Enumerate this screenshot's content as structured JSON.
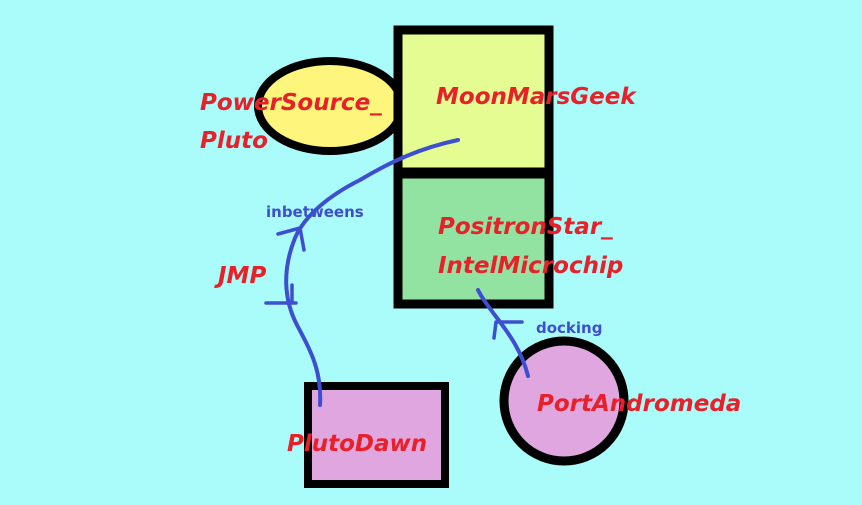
{
  "nodes": {
    "power_source": {
      "line1": "PowerSource_",
      "line2": "Pluto",
      "fill": "#fdf57c"
    },
    "moon_mars_geek": {
      "label": "MoonMarsGeek",
      "fill": "#e4fc92"
    },
    "positron_star": {
      "line1": "PositronStar_",
      "line2": "IntelMicrochip",
      "fill": "#92e2a2"
    },
    "pluto_dawn": {
      "label": "PlutoDawn",
      "fill": "#e0a6e0"
    },
    "port_andromeda": {
      "label": "PortAndromeda",
      "fill": "#e0a6e0"
    }
  },
  "edges": {
    "inbetweens": {
      "label": "inbetweens"
    },
    "jmp": {
      "label": "JMP"
    },
    "docking": {
      "label": "docking"
    }
  },
  "colors": {
    "background": "#aafcfa",
    "outline": "#000000",
    "arrow": "#3d4fd0",
    "node_text": "#e8202a"
  }
}
